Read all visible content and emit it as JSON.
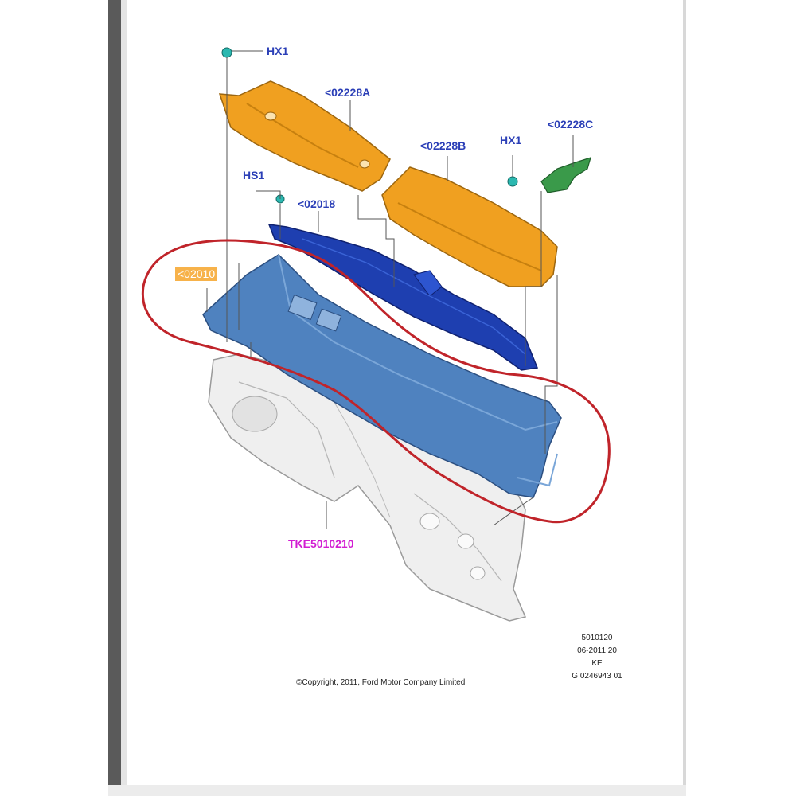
{
  "diagram": {
    "callouts": {
      "hx1_top": "HX1",
      "c02228a": "<02228A",
      "c02228b": "<02228B",
      "hx1_right": "HX1",
      "c02228c": "<02228C",
      "hs1": "HS1",
      "c02018": "<02018",
      "c02010": "<02010",
      "tke": "TKE5010210"
    },
    "copyright": "©Copyright, 2011, Ford Motor Company Limited",
    "ref": {
      "line1": "5010120",
      "line2": "06-2011 20",
      "line3": "KE",
      "line4": "G 0246943 01"
    },
    "colors": {
      "callout_blue": "#2b3fb7",
      "tke_magenta": "#d21dd2",
      "orange_part": "#f0a020",
      "blue_part": "#1e3fb0",
      "steel_part": "#4f82bf",
      "green_part": "#3a9a4a",
      "red_circle": "#c0242a",
      "highlight": "#f7b24a"
    }
  }
}
